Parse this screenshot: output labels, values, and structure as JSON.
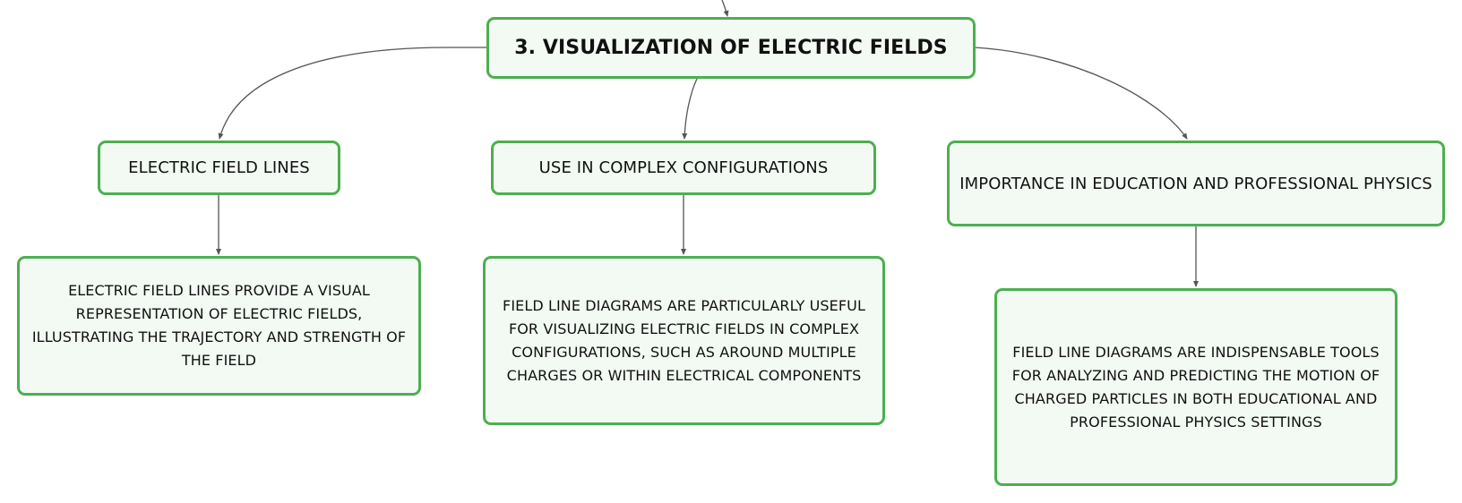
{
  "diagram": {
    "root": {
      "label": "3. VISUALIZATION OF ELECTRIC FIELDS"
    },
    "branches": [
      {
        "label": "ELECTRIC FIELD LINES",
        "detail": "ELECTRIC FIELD LINES PROVIDE A VISUAL REPRESENTATION OF ELECTRIC FIELDS, ILLUSTRATING THE TRAJECTORY AND STRENGTH OF THE FIELD"
      },
      {
        "label": "USE IN COMPLEX CONFIGURATIONS",
        "detail": "FIELD LINE DIAGRAMS ARE PARTICULARLY USEFUL FOR VISUALIZING ELECTRIC FIELDS IN COMPLEX CONFIGURATIONS, SUCH AS AROUND MULTIPLE CHARGES OR WITHIN ELECTRICAL COMPONENTS"
      },
      {
        "label": "IMPORTANCE IN EDUCATION AND PROFESSIONAL PHYSICS",
        "detail": "FIELD LINE DIAGRAMS ARE INDISPENSABLE TOOLS FOR ANALYZING AND PREDICTING THE MOTION OF CHARGED PARTICLES IN BOTH EDUCATIONAL AND PROFESSIONAL PHYSICS SETTINGS"
      }
    ],
    "colors": {
      "node_border": "#4caf50",
      "node_fill": "#f3faf4",
      "connector": "#555555"
    }
  }
}
